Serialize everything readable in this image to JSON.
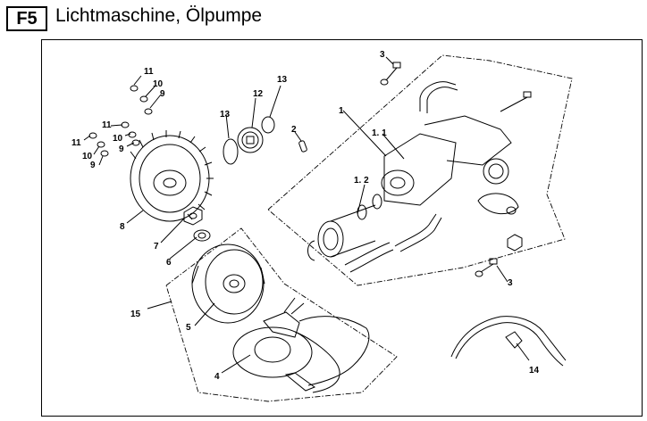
{
  "header": {
    "code": "F5",
    "title": "Lichtmaschine, Ölpumpe"
  },
  "callouts": {
    "c11a": "11",
    "c10a": "10",
    "c9a": "9",
    "c11b": "11",
    "c11c": "11",
    "c10b": "10",
    "c10c": "10",
    "c9b": "9",
    "c9c": "9",
    "c8": "8",
    "c7": "7",
    "c6": "6",
    "c12": "12",
    "c13a": "13",
    "c13b": "13",
    "c2": "2",
    "c15": "15",
    "c5": "5",
    "c4": "4",
    "c3a": "3",
    "c3b": "3",
    "c1": "1",
    "c1_1": "1. 1",
    "c1_2": "1. 2",
    "c14": "14"
  }
}
